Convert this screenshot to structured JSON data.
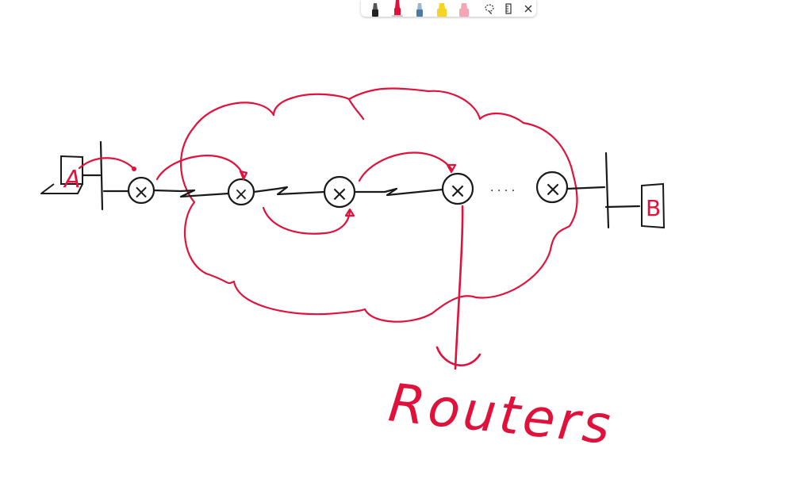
{
  "toolbar": {
    "pens": [
      {
        "name": "black-pen-icon",
        "color": "#222222"
      },
      {
        "name": "red-pen-icon",
        "color": "#e0123c",
        "selected": true
      },
      {
        "name": "blue-pen-icon",
        "color": "#4a7aa8"
      },
      {
        "name": "yellow-highlighter-icon",
        "color": "#f5d423"
      },
      {
        "name": "pink-highlighter-icon",
        "color": "#f4a6b4"
      }
    ],
    "tools": [
      {
        "name": "lasso-select-icon",
        "glyph": "◌"
      },
      {
        "name": "ruler-icon",
        "glyph": "▯"
      },
      {
        "name": "close-icon",
        "glyph": "✕"
      }
    ]
  },
  "drawing": {
    "ink_colors": {
      "black": "#1a1a1a",
      "red": "#e0123c"
    },
    "host_a_label": "A",
    "host_b_label": "B",
    "router_mark": "×",
    "ellipsis": ". . . .",
    "annotation": "Routers"
  }
}
